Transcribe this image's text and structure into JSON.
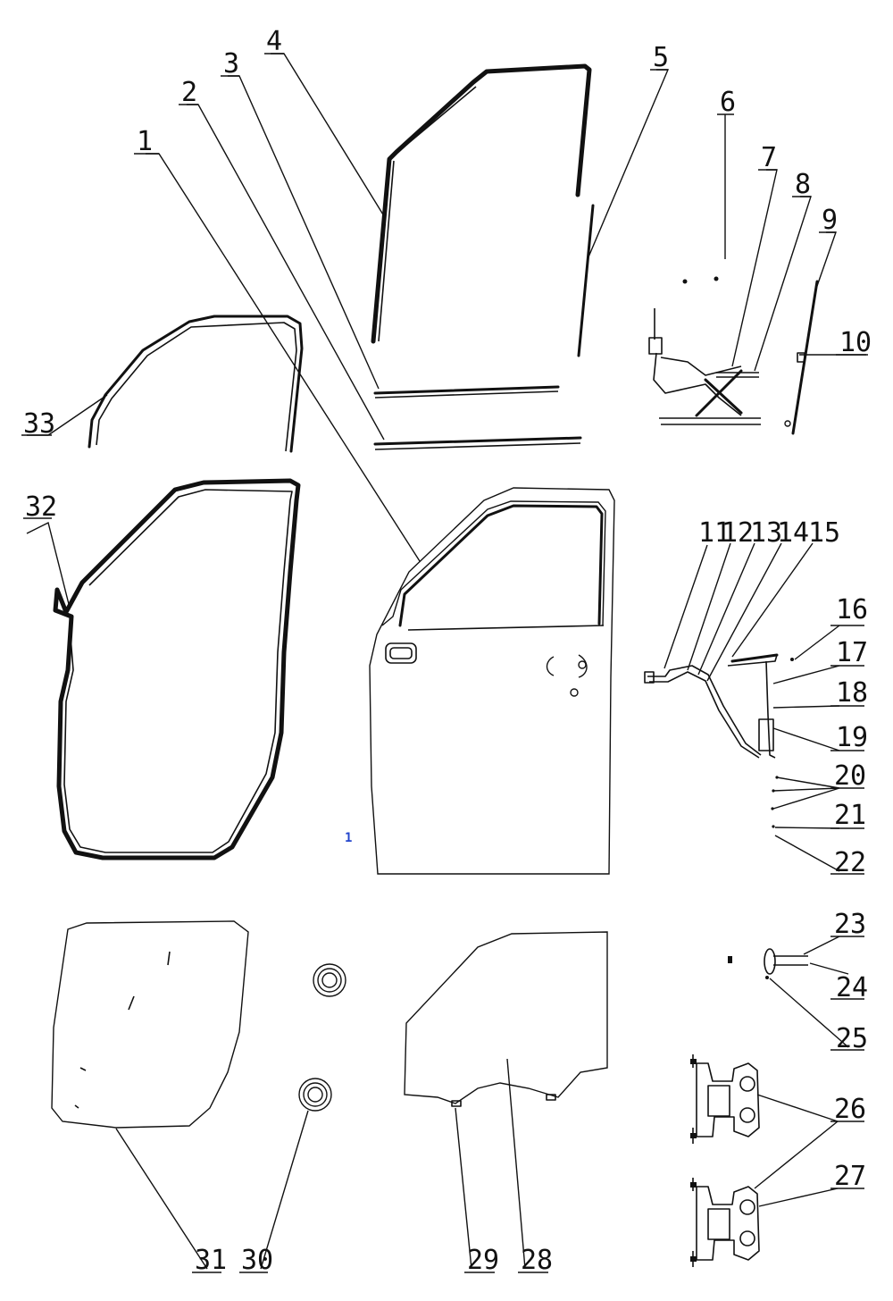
{
  "diagram": {
    "callouts": [
      {
        "id": "c1",
        "text": "1"
      },
      {
        "id": "c2",
        "text": "2"
      },
      {
        "id": "c3",
        "text": "3"
      },
      {
        "id": "c4",
        "text": "4"
      },
      {
        "id": "c5",
        "text": "5"
      },
      {
        "id": "c6",
        "text": "6"
      },
      {
        "id": "c7",
        "text": "7"
      },
      {
        "id": "c8",
        "text": "8"
      },
      {
        "id": "c9",
        "text": "9"
      },
      {
        "id": "c10",
        "text": "10"
      },
      {
        "id": "c11",
        "text": "11"
      },
      {
        "id": "c12",
        "text": "12"
      },
      {
        "id": "c13",
        "text": "13"
      },
      {
        "id": "c14",
        "text": "14"
      },
      {
        "id": "c15",
        "text": "15"
      },
      {
        "id": "c16",
        "text": "16"
      },
      {
        "id": "c17",
        "text": "17"
      },
      {
        "id": "c18",
        "text": "18"
      },
      {
        "id": "c19",
        "text": "19"
      },
      {
        "id": "c20",
        "text": "20"
      },
      {
        "id": "c21",
        "text": "21"
      },
      {
        "id": "c22",
        "text": "22"
      },
      {
        "id": "c23",
        "text": "23"
      },
      {
        "id": "c24",
        "text": "24"
      },
      {
        "id": "c25",
        "text": "25"
      },
      {
        "id": "c26",
        "text": "26"
      },
      {
        "id": "c27",
        "text": "27"
      },
      {
        "id": "c28",
        "text": "28"
      },
      {
        "id": "c29",
        "text": "29"
      },
      {
        "id": "c30",
        "text": "30"
      },
      {
        "id": "c31",
        "text": "31"
      },
      {
        "id": "c32",
        "text": "32"
      },
      {
        "id": "c33",
        "text": "33"
      }
    ],
    "stray_mark": "1",
    "colors": {
      "ink": "#111111",
      "background": "#ffffff",
      "stray_mark": "#2244cc"
    }
  }
}
